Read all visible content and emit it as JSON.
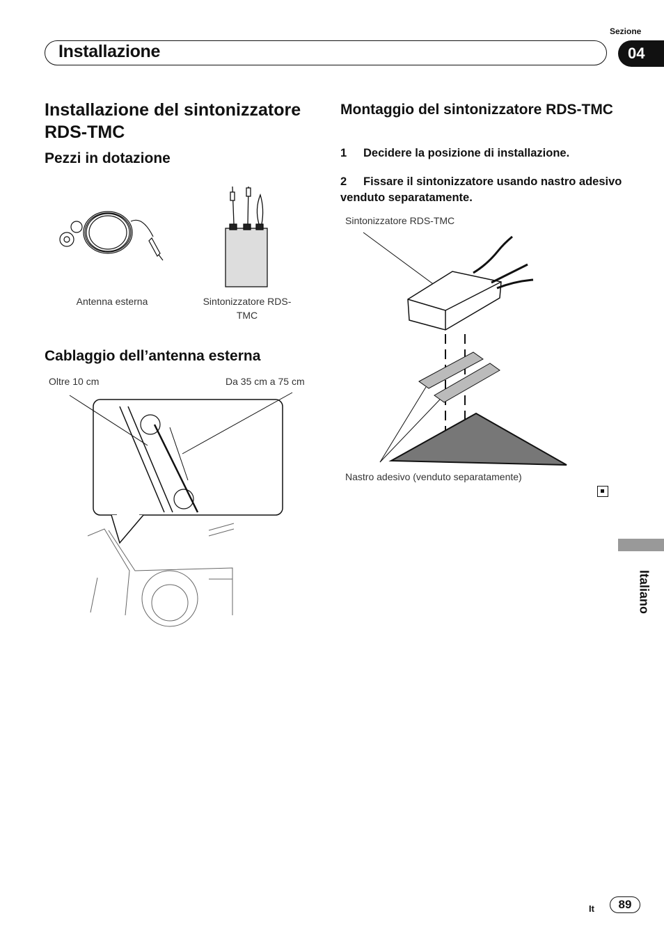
{
  "header": {
    "section_label": "Sezione",
    "title": "Installazione",
    "section_number": "04"
  },
  "main_title": "Installazione del sintonizzatore RDS-TMC",
  "pezzi": {
    "heading": "Pezzi in dotazione",
    "caption_antenna": "Antenna esterna",
    "caption_tuner": "Sintonizzatore RDS-TMC"
  },
  "cablaggio": {
    "heading": "Cablaggio dell’antenna esterna",
    "label_oltre": "Oltre 10 cm",
    "label_da": "Da 35 cm a 75 cm"
  },
  "montaggio": {
    "heading": "Montaggio del sintonizzatore RDS-TMC",
    "steps": [
      {
        "num": "1",
        "text": "Decidere la posizione di installazione."
      },
      {
        "num": "2",
        "text": "Fissare il sintonizzatore usando nastro adesivo venduto separatamente."
      }
    ],
    "label_sintonizzatore": "Sintonizzatore RDS-TMC",
    "label_nastro": "Nastro adesivo (venduto separatamente)"
  },
  "footer": {
    "language": "Italiano",
    "lang_code": "It",
    "page_number": "89"
  }
}
